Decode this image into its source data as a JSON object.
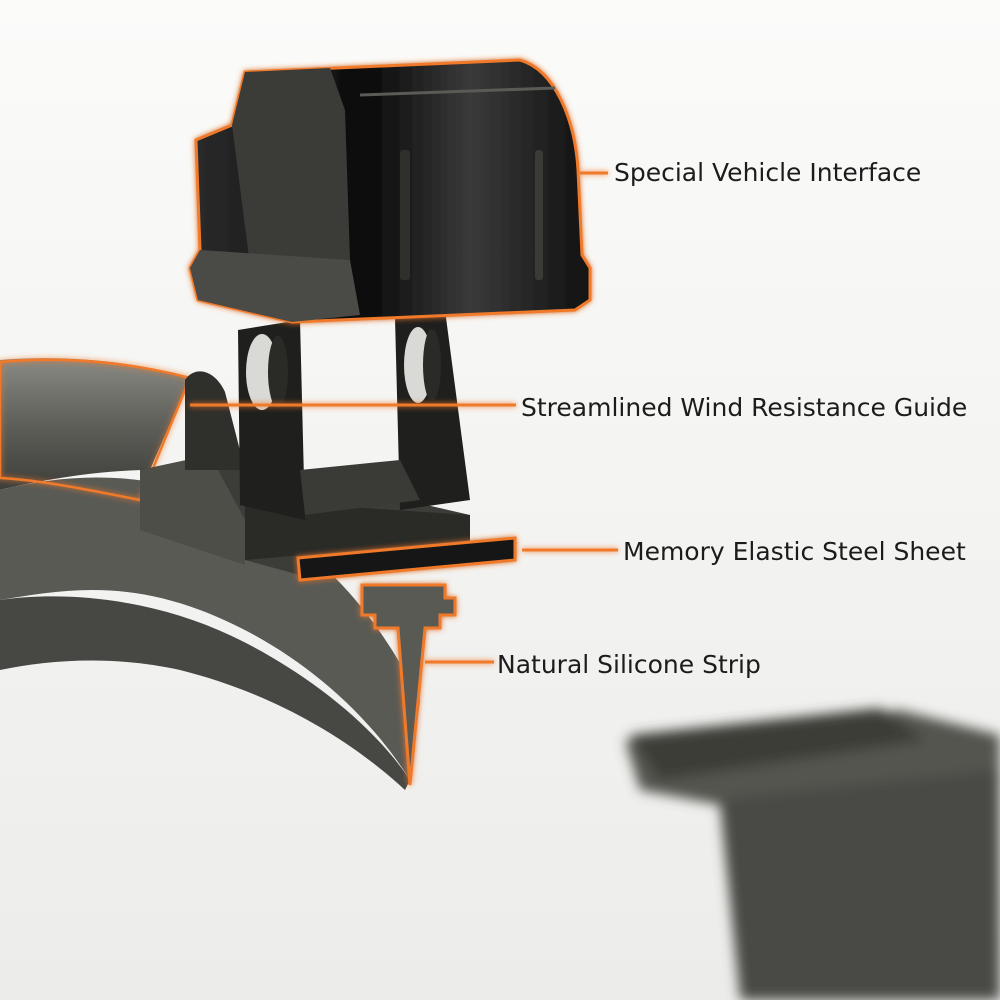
{
  "callouts": [
    {
      "id": "interface",
      "label": "Special Vehicle Interface"
    },
    {
      "id": "guide",
      "label": "Streamlined Wind Resistance Guide"
    },
    {
      "id": "steel",
      "label": "Memory Elastic Steel Sheet"
    },
    {
      "id": "strip",
      "label": "Natural Silicone Strip"
    }
  ],
  "colors": {
    "background": "#f6f6f5",
    "highlight": "#f07a2a",
    "component_dark": "#1a1a1a",
    "component_grey": "#6b6b66",
    "text": "#1c1c1c"
  }
}
